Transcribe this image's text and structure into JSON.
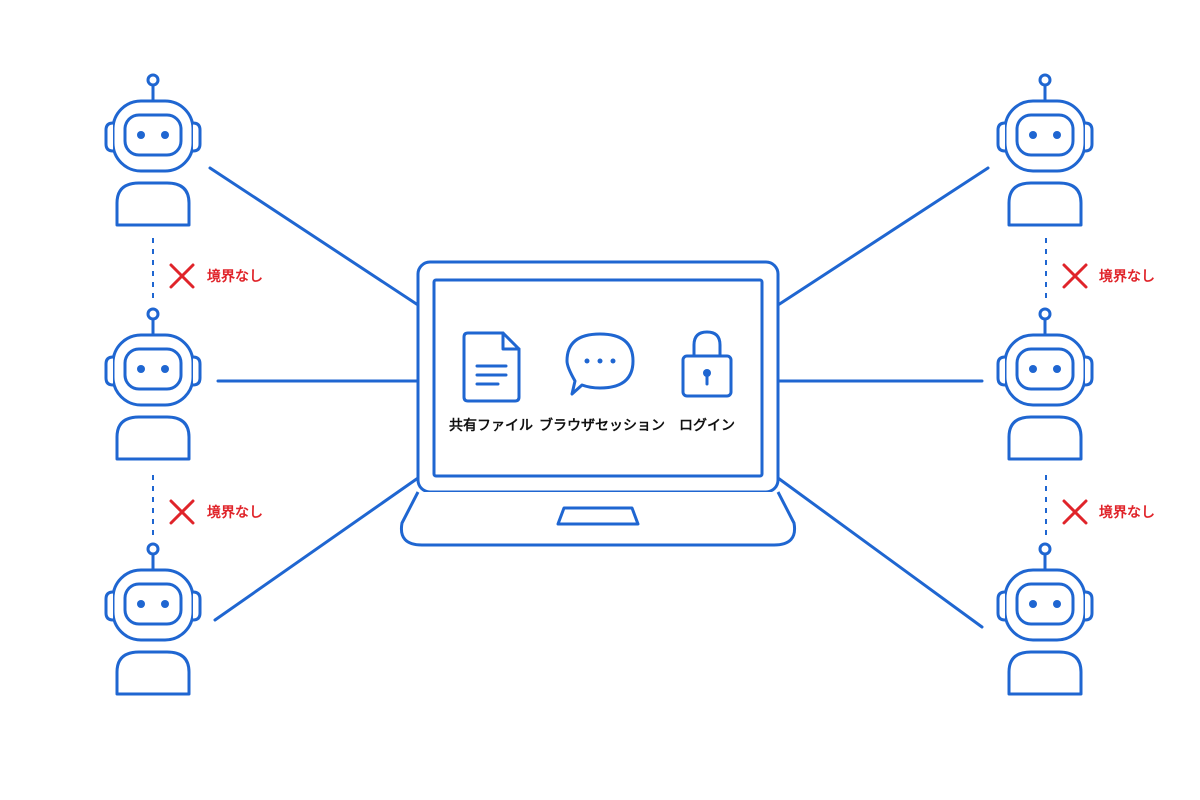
{
  "colors": {
    "line": "#1f66d1",
    "warning": "#e0242a",
    "text": "#111111",
    "background": "#ffffff"
  },
  "laptop": {
    "apps": [
      {
        "icon": "document-icon",
        "label": "共有ファイル"
      },
      {
        "icon": "chat-bubble-icon",
        "label": "ブラウザセッション"
      },
      {
        "icon": "lock-icon",
        "label": "ログイン"
      }
    ]
  },
  "agents": {
    "count_per_side": 3,
    "icon": "robot-icon"
  },
  "boundaries": {
    "label": "境界なし",
    "icon": "cross-icon"
  }
}
